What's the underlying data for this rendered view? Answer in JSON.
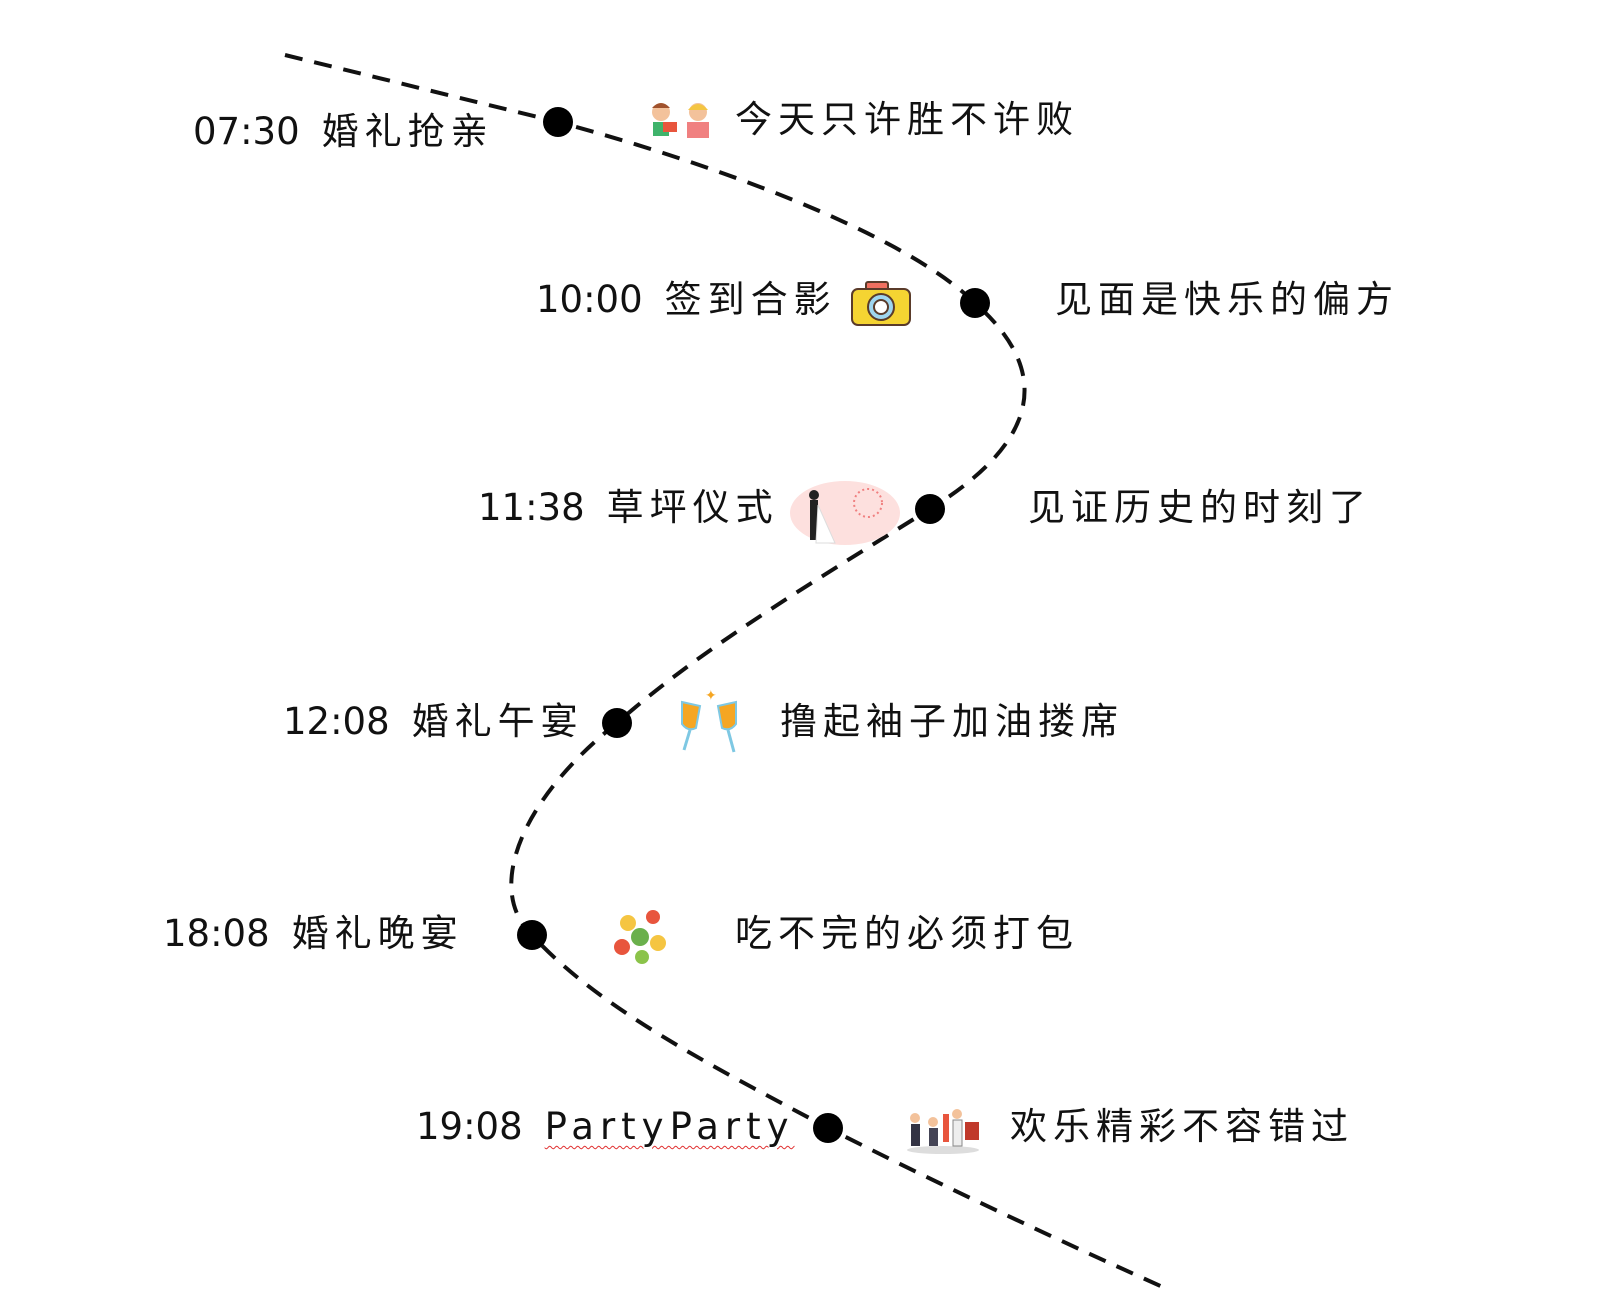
{
  "timeline": [
    {
      "time": "07:30",
      "event": "婚礼抢亲",
      "icon": "kids-icon",
      "caption": "今天只许胜不许败"
    },
    {
      "time": "10:00",
      "event": "签到合影",
      "icon": "camera-icon",
      "caption": "见面是快乐的偏方"
    },
    {
      "time": "11:38",
      "event": "草坪仪式",
      "icon": "wedding-couple-icon",
      "caption": "见证历史的时刻了"
    },
    {
      "time": "12:08",
      "event": "婚礼午宴",
      "icon": "champagne-toast-icon",
      "caption": "撸起袖子加油搂席"
    },
    {
      "time": "18:08",
      "event": "婚礼晚宴",
      "icon": "food-icon",
      "caption": "吃不完的必须打包"
    },
    {
      "time": "19:08",
      "event": "PartyParty",
      "icon": "party-people-icon",
      "caption": "欢乐精彩不容错过"
    }
  ],
  "colors": {
    "line": "#111111",
    "camera": "#f5d432",
    "accent": "#f08080"
  }
}
